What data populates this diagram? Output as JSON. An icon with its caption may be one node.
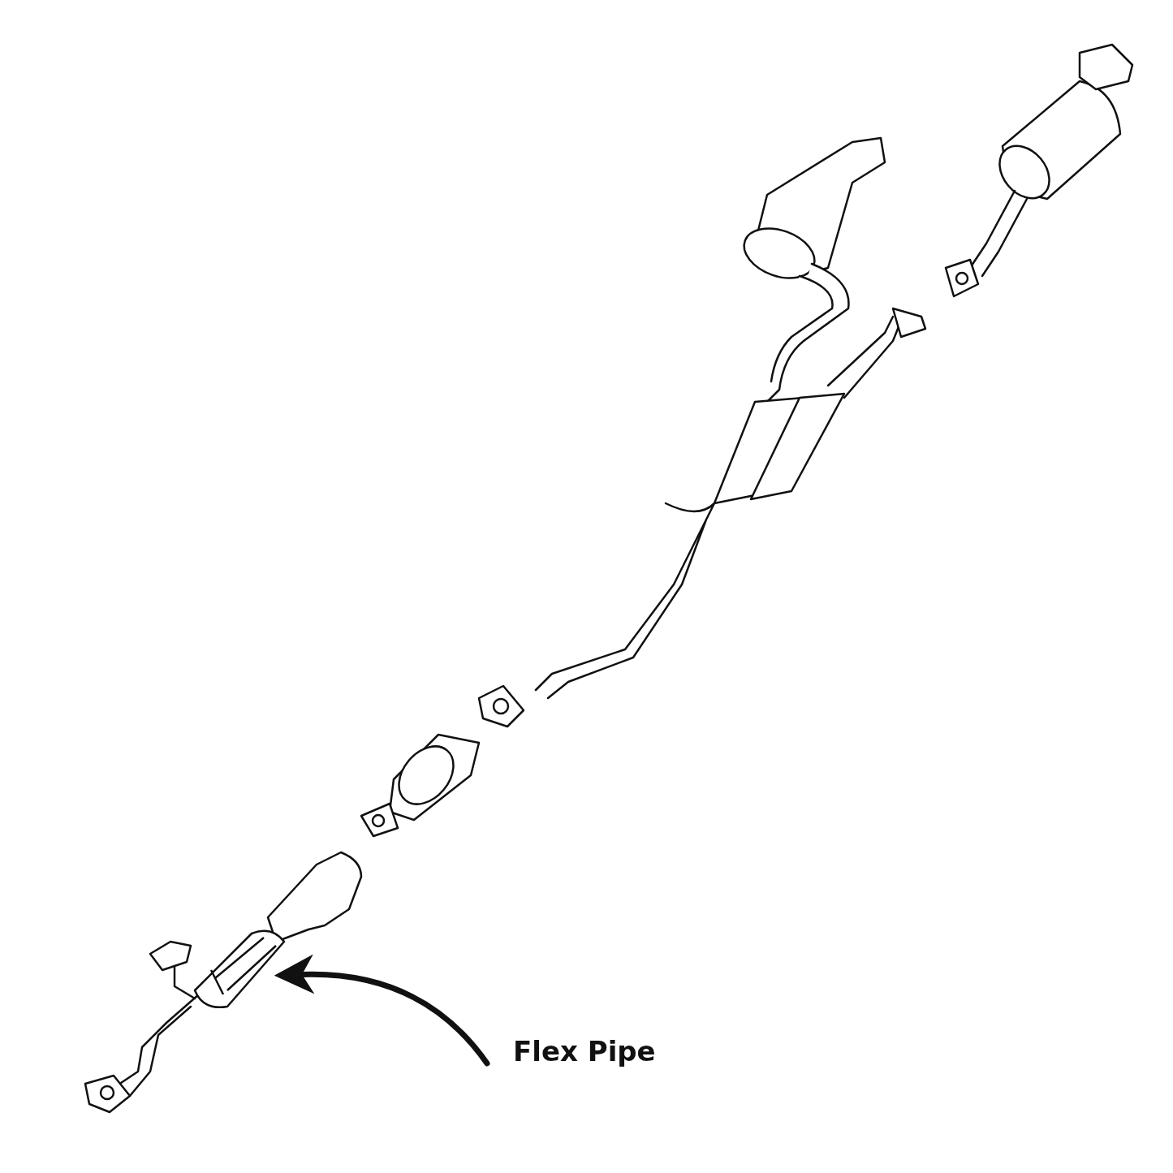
{
  "diagram": {
    "nodes": [
      {
        "text": [
          "Flex Pipe"
        ]
      },
      {
        "text": [],
        "shape": "picture"
      }
    ],
    "edges": [
      {
        "from": 0,
        "to": 1,
        "arrow": "to"
      }
    ]
  }
}
